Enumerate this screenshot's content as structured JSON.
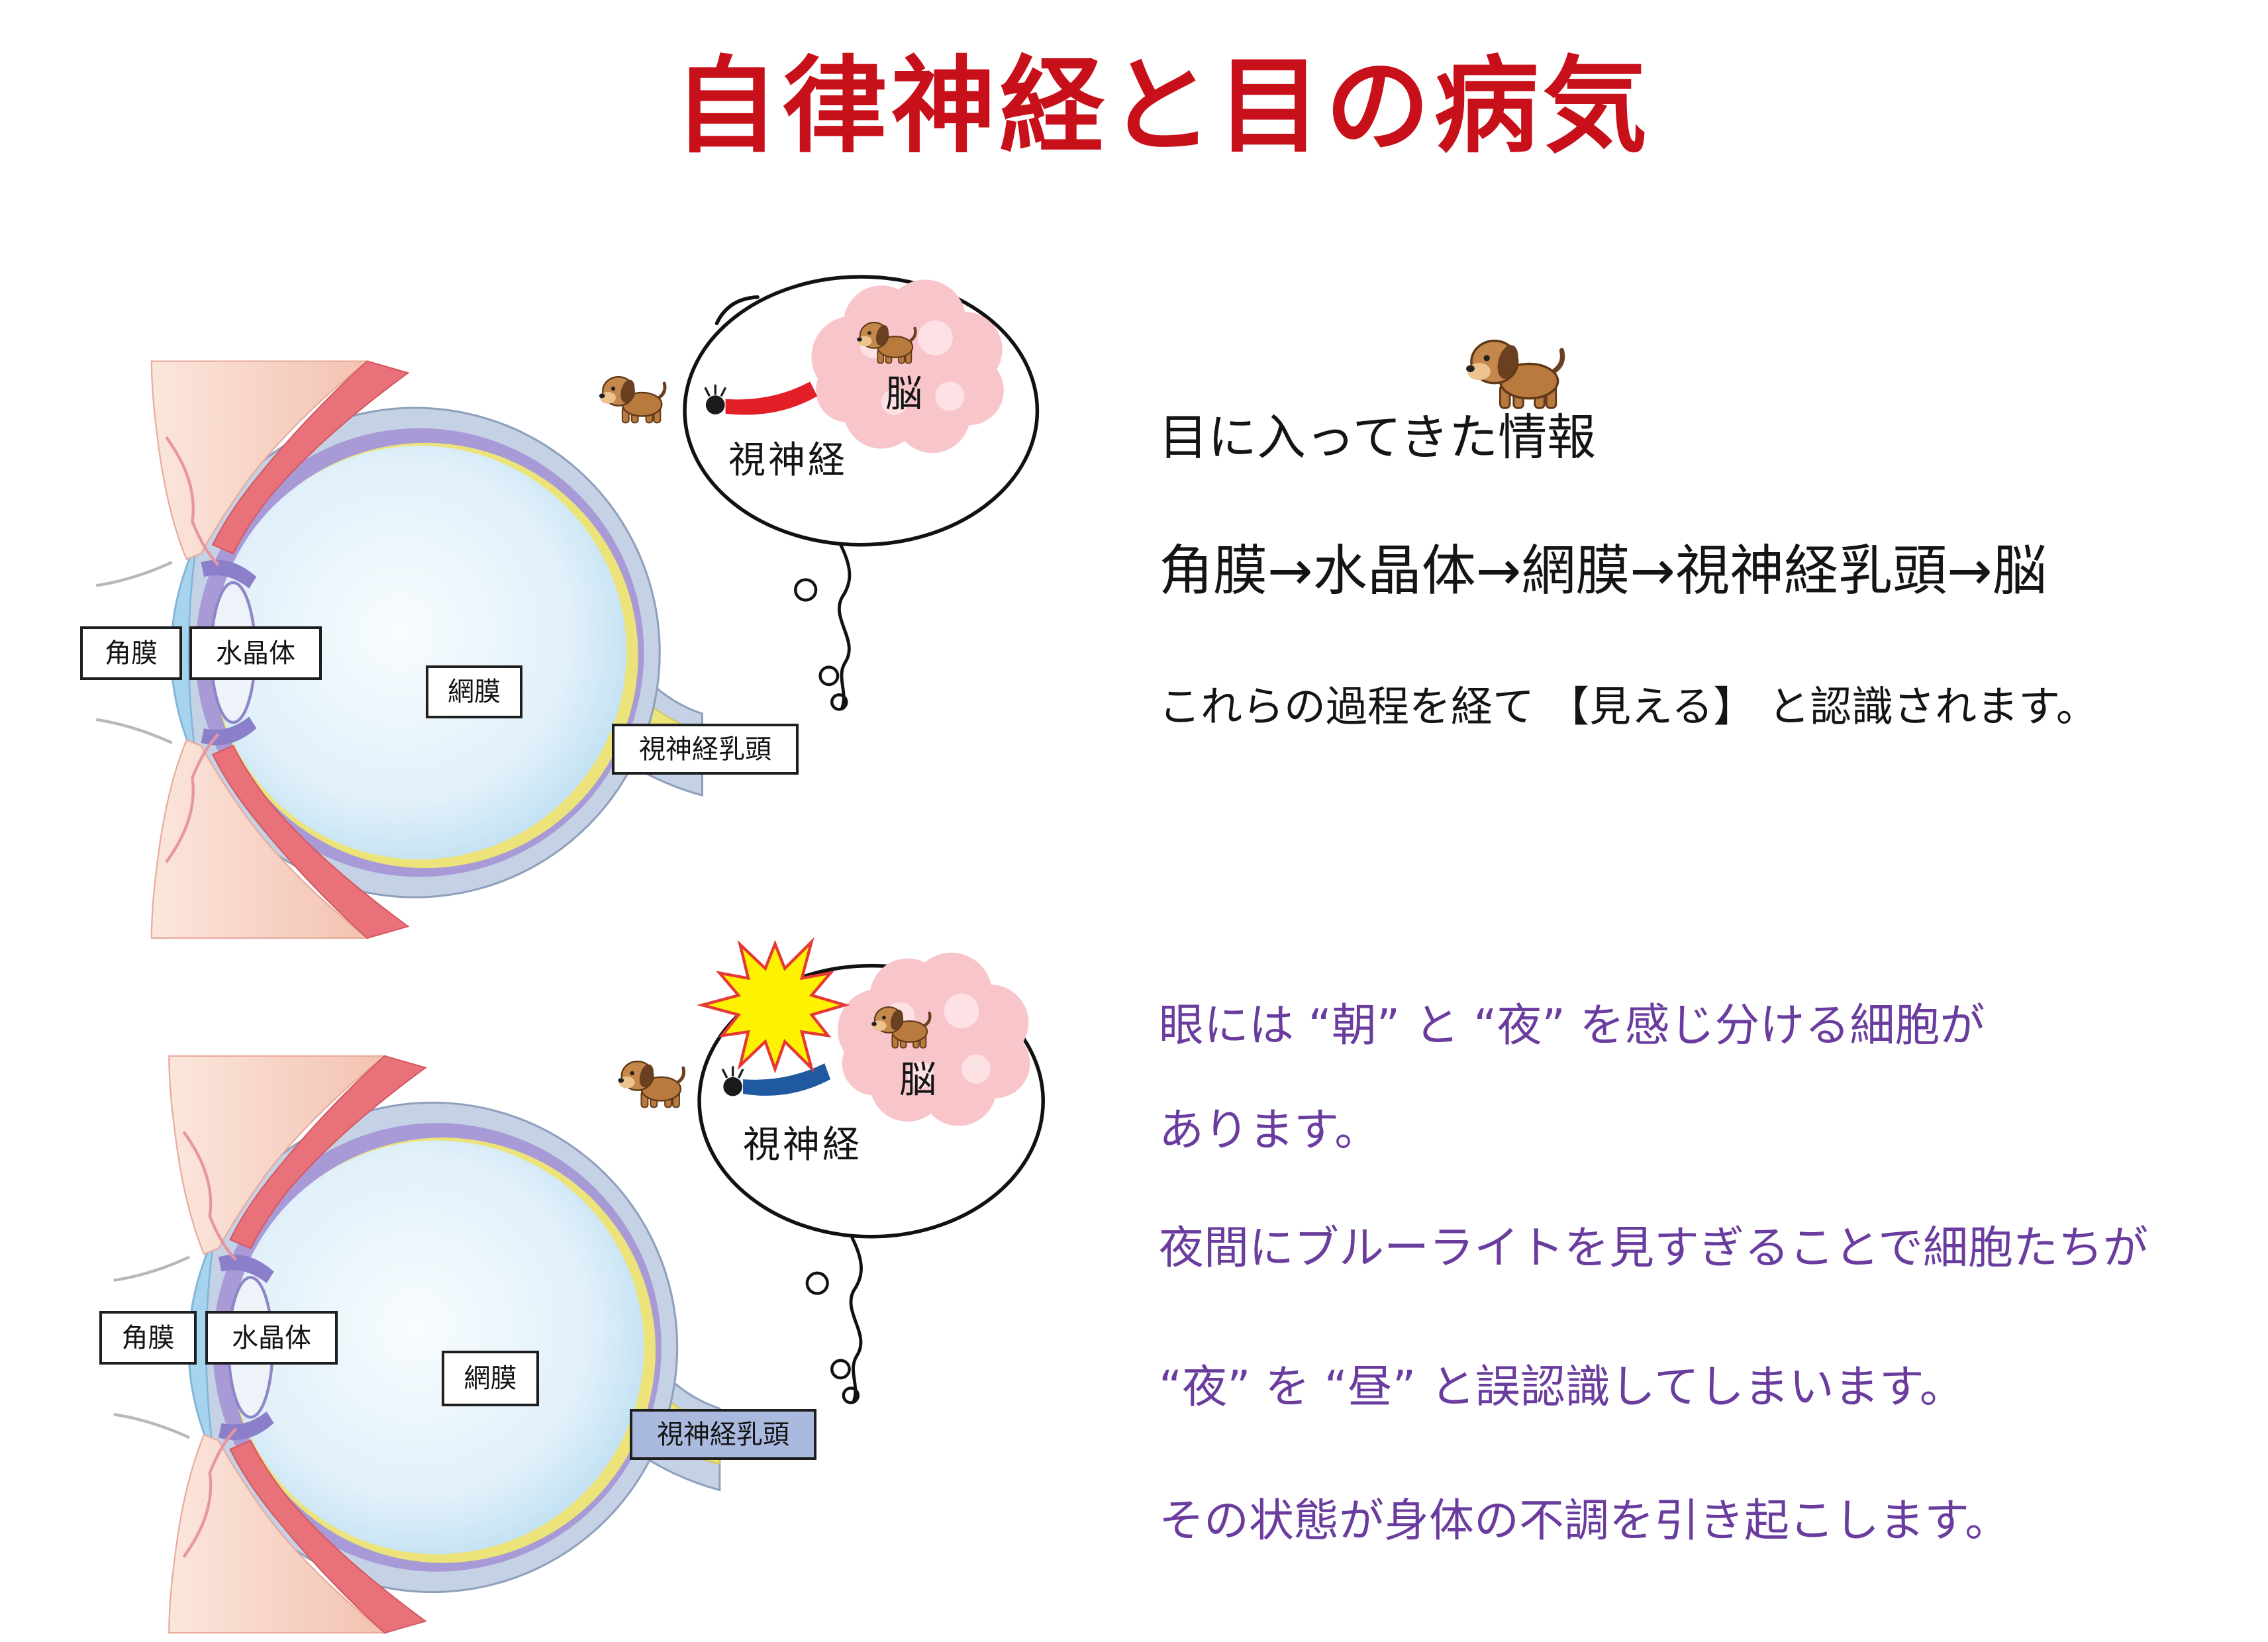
{
  "title": "自律神経と目の病気",
  "colors": {
    "title": "#c8101a",
    "purple_text": "#6a3c9e",
    "nerve_normal": "#e21e27",
    "nerve_affected": "#1f5aa0",
    "optic_disc_highlight": "#aab9de",
    "burst": "#fff200"
  },
  "icons": {
    "mascot": "dog-icon",
    "alert": "burst-icon"
  },
  "top_panel": {
    "labels": {
      "cornea": "角膜",
      "lens": "水晶体",
      "retina": "網膜",
      "optic_disc": "視神経乳頭"
    },
    "bubble": {
      "brain": "脳",
      "optic_nerve": "視神経"
    },
    "text": {
      "heading": "目に入ってきた情報",
      "pathway": "角膜→水晶体→網膜→視神経乳頭→脳",
      "summary": "これらの過程を経て 【見える】 と認識されます。"
    }
  },
  "bottom_panel": {
    "labels": {
      "cornea": "角膜",
      "lens": "水晶体",
      "retina": "網膜",
      "optic_disc": "視神経乳頭"
    },
    "bubble": {
      "brain": "脳",
      "optic_nerve": "視神経"
    },
    "text": {
      "lines": [
        "眼には “朝” と “夜” を感じ分ける細胞が",
        "あります。",
        "夜間にブルーライトを見すぎることで細胞たちが",
        "“夜” を “昼” と誤認識してしまいます。",
        "その状態が身体の不調を引き起こします。"
      ]
    }
  }
}
